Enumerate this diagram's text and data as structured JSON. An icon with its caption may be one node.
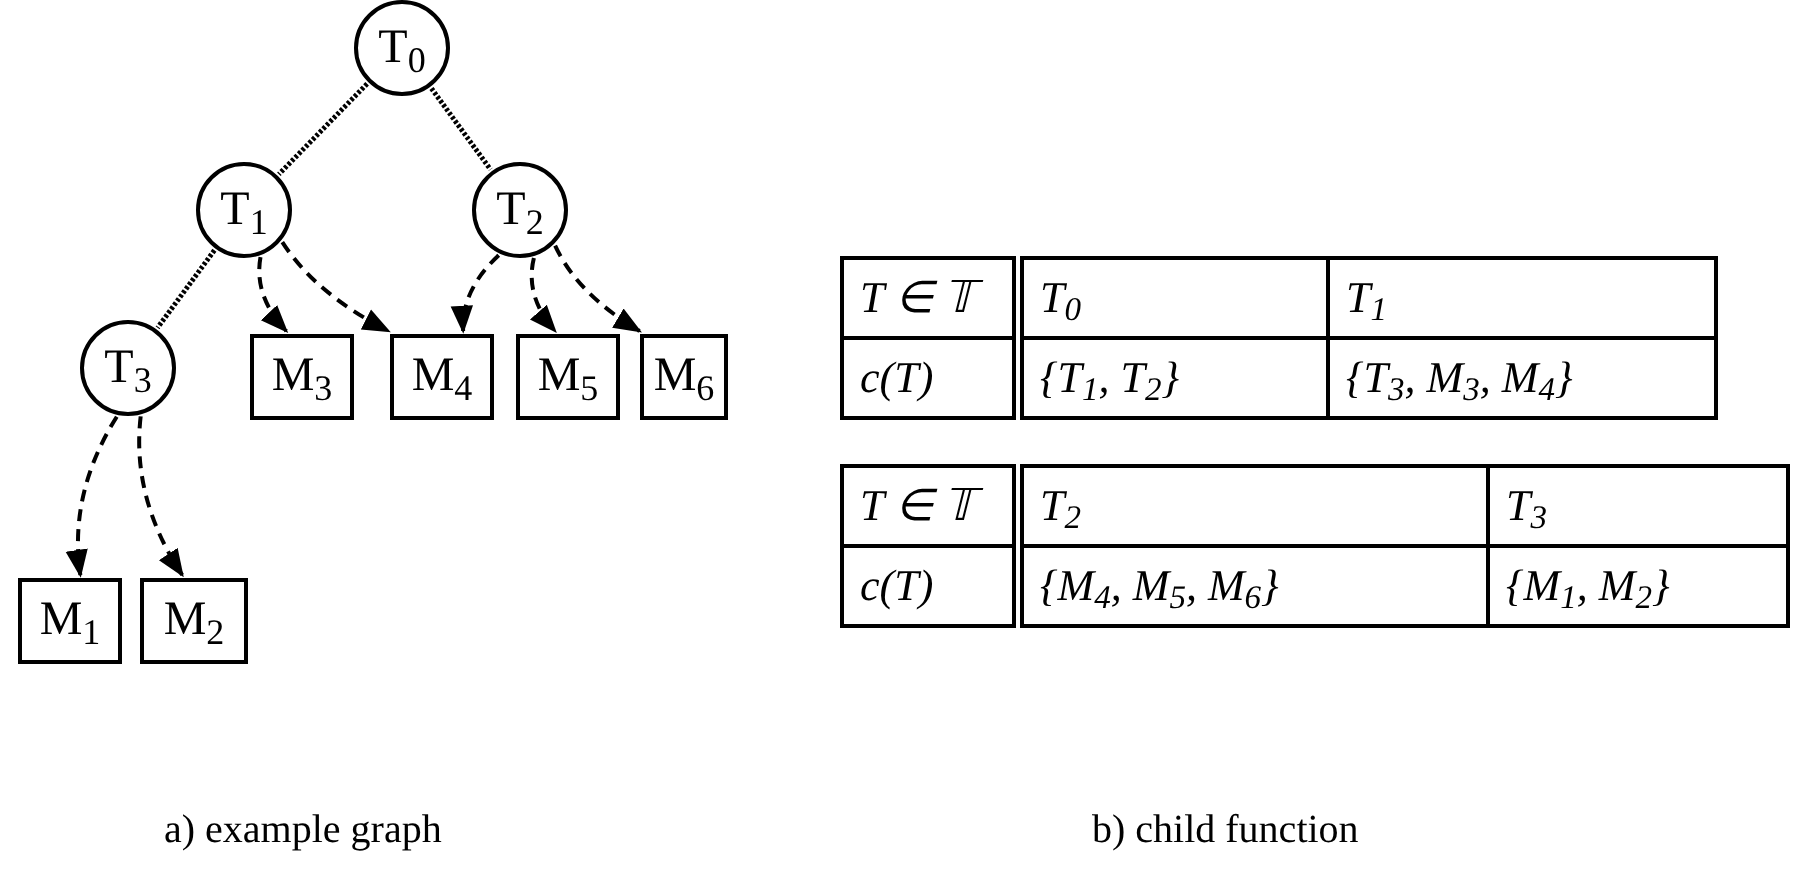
{
  "diagram": {
    "nodes": [
      {
        "text": [
          "T$_{0}$"
        ]
      },
      {
        "text": [
          "T$_{1}$"
        ]
      },
      {
        "text": [
          "T$_{2}$"
        ]
      },
      {
        "text": [
          "T$_{3}$"
        ]
      },
      {
        "text": [
          "M$_{3}$"
        ]
      },
      {
        "text": [
          "M$_{4}$"
        ]
      },
      {
        "text": [
          "M$_{5}$"
        ]
      },
      {
        "text": [
          "M$_{6}$"
        ]
      },
      {
        "text": [
          "M$_{1}$"
        ]
      },
      {
        "text": [
          "M$_{2}$"
        ]
      }
    ],
    "edges": [
      {
        "from": 0,
        "to": 1,
        "arrow": "none"
      },
      {
        "from": 0,
        "to": 2,
        "arrow": "none"
      },
      {
        "from": 1,
        "to": 3,
        "arrow": "none"
      },
      {
        "from": 1,
        "to": 4,
        "arrow": "to",
        "style": "dashed"
      },
      {
        "from": 1,
        "to": 5,
        "arrow": "to",
        "style": "dashed"
      },
      {
        "from": 2,
        "to": 5,
        "arrow": "to",
        "style": "dashed"
      },
      {
        "from": 2,
        "to": 6,
        "arrow": "to",
        "style": "dashed"
      },
      {
        "from": 2,
        "to": 7,
        "arrow": "to",
        "style": "dashed"
      },
      {
        "from": 3,
        "to": 8,
        "arrow": "to",
        "style": "dashed"
      },
      {
        "from": 3,
        "to": 9,
        "arrow": "to",
        "style": "dashed"
      }
    ],
    "labels": [
      "T ∈ 𝕋",
      "T$_{0}$",
      "T$_{1}$",
      "c(T)",
      "{T$_{1}$, T$_{2}$}",
      "{T$_{3}$, M$_{3}$, M$_{4}$}",
      "T ∈ 𝕋",
      "T$_{2}$",
      "T$_{3}$",
      "c(T)",
      "{M$_{4}$, M$_{5}$, M$_{6}$}",
      "{M$_{1}$, M$_{2}$}",
      "a) example graph",
      "b) child function"
    ]
  }
}
